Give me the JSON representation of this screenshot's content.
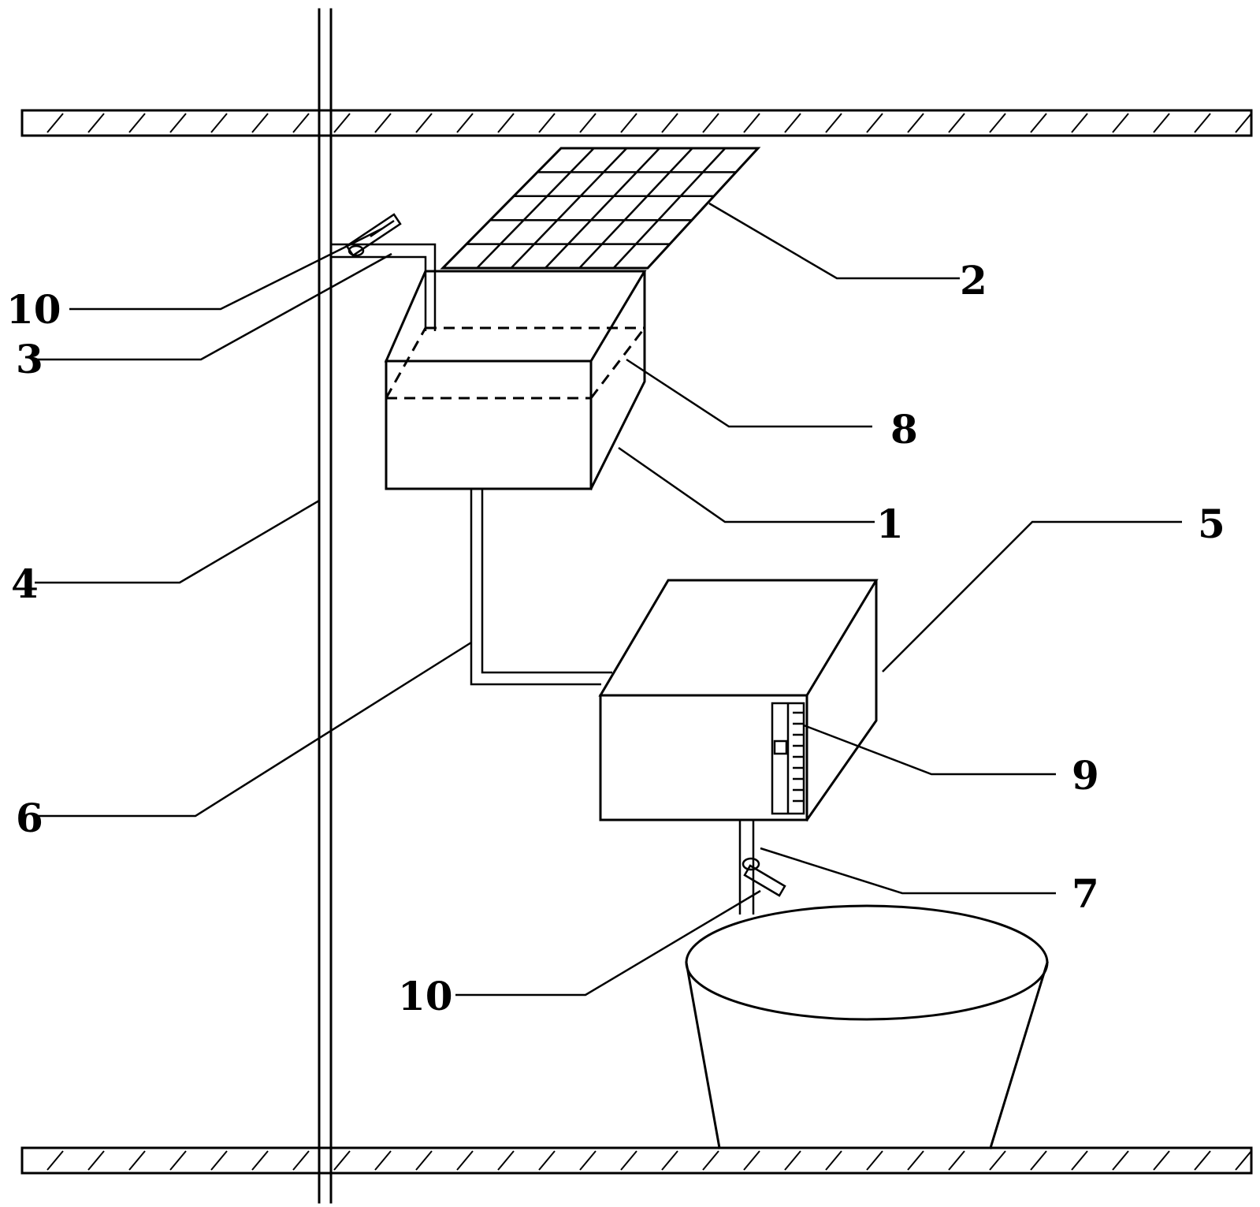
{
  "labels": {
    "l10a": "10",
    "l3": "3",
    "l2": "2",
    "l8": "8",
    "l1": "1",
    "l5": "5",
    "l4": "4",
    "l6": "6",
    "l9": "9",
    "l7": "7",
    "l10b": "10"
  }
}
